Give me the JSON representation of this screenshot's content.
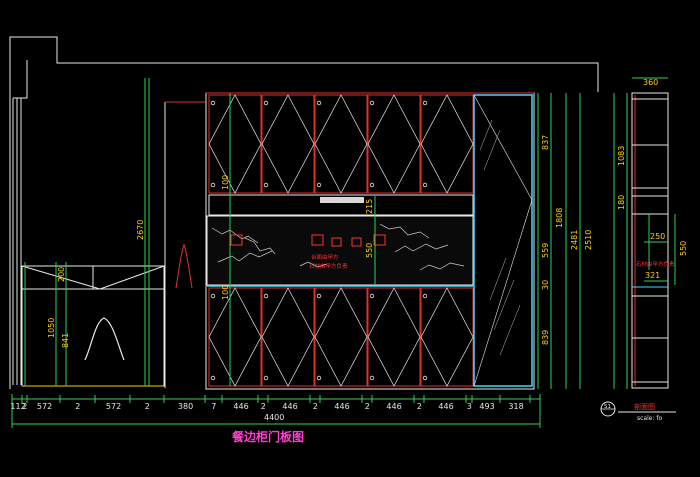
{
  "colors": {
    "background": "#000000",
    "outline": "#e8e8e8",
    "cabinet_red": "#e03030",
    "dim_green": "#2fd24f",
    "dim_text": "#ffd000",
    "title_magenta": "#ff3fd0",
    "glass_cyan": "#45d4ff",
    "note_red": "#ff3030"
  },
  "drawing": {
    "title": "餐边柜门板图",
    "section_title": "剖面图",
    "scale_label": "scale: fo",
    "section_symbol": "S1",
    "total_width": "4400",
    "bottom_dims": [
      "112",
      "2",
      "572",
      "2",
      "572",
      "2",
      "380",
      "7",
      "446",
      "2",
      "446",
      "2",
      "446",
      "2",
      "446",
      "2",
      "446",
      "3",
      "493",
      "318"
    ],
    "left_heights": {
      "overall": "2670",
      "top": "200",
      "mid": "1050",
      "low": "841"
    },
    "cabinet_heights": {
      "upper": "837",
      "counter": "550",
      "counter_alt": "559",
      "lower": "839",
      "total_a": "1808",
      "total_b": "2481",
      "total_c": "2510",
      "gap": "30"
    },
    "inner_dims": {
      "shelf": "215",
      "open_h": "550",
      "v100a": "100",
      "v100b": "100"
    },
    "section_dims": {
      "depth": "360",
      "top_h": "1083",
      "mid_gap": "180",
      "inner_w": "250",
      "low_w": "321",
      "open_h": "550"
    },
    "notes": {
      "main_a": "台面由甲方",
      "main_b": "石材由甲方负责",
      "section": "石材由甲方负责"
    }
  }
}
